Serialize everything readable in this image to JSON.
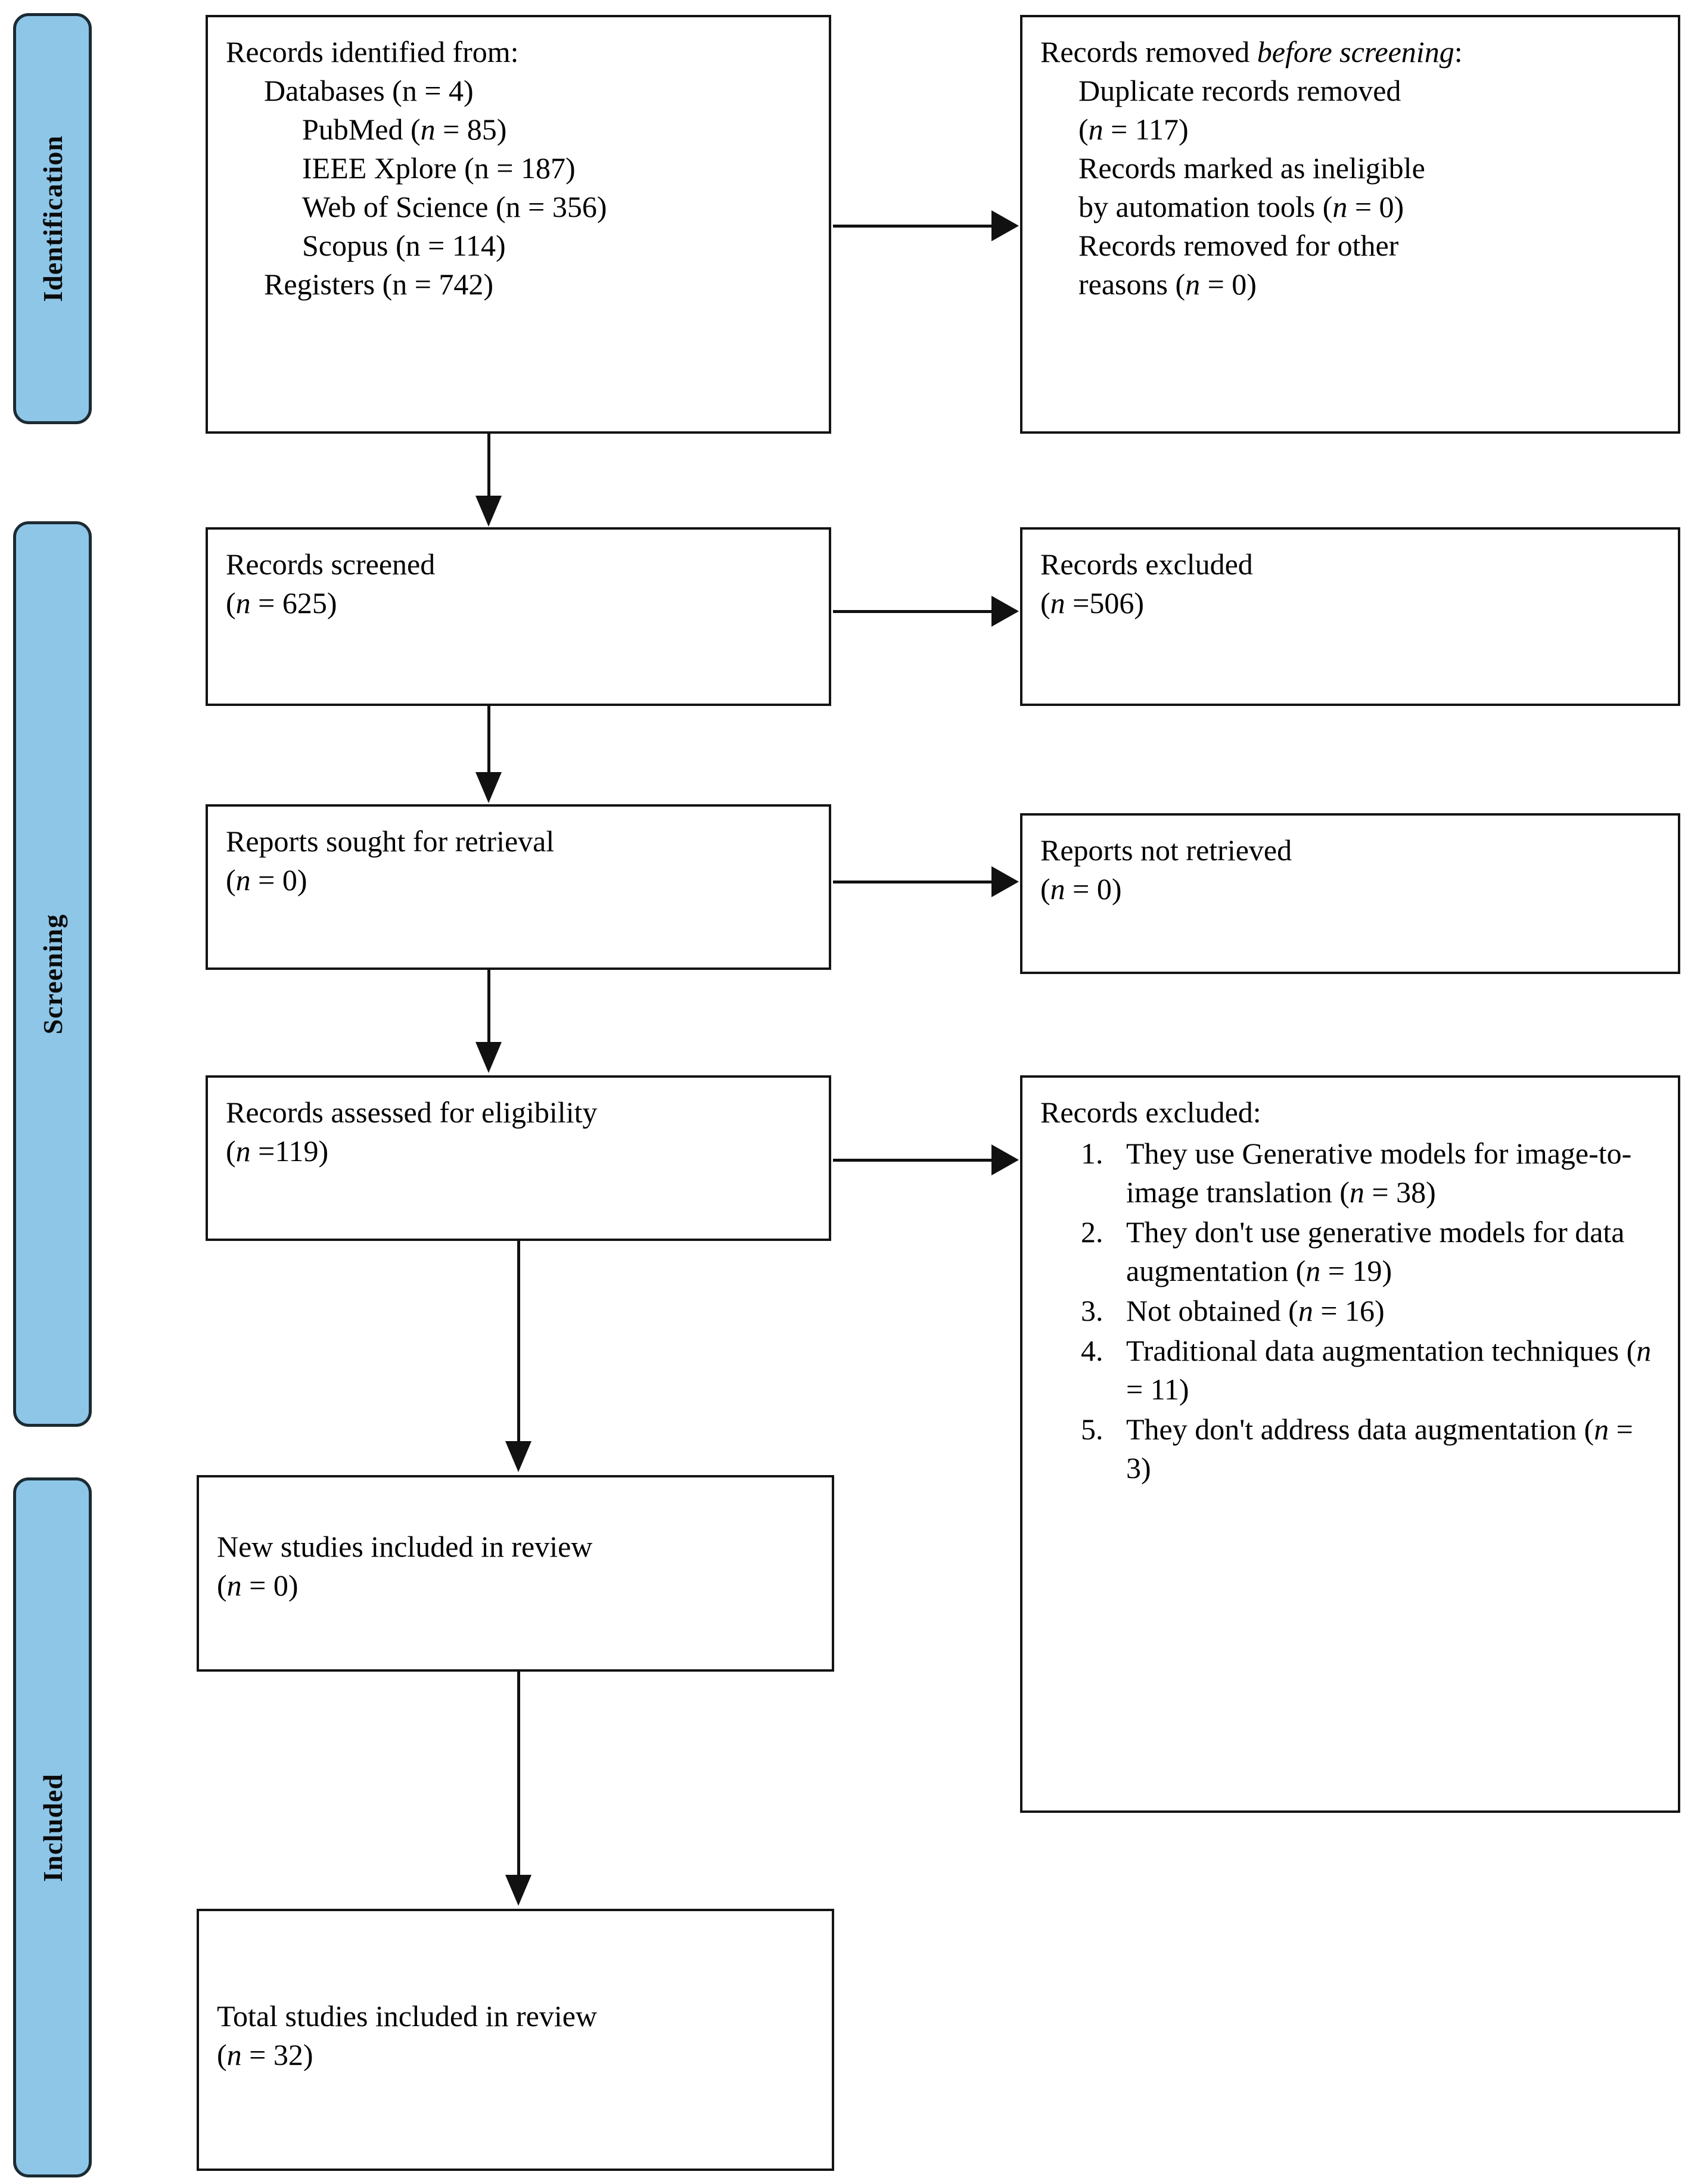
{
  "diagram": {
    "title": "PRISMA 2020 flow diagram",
    "accent_color": "#8EC6E8",
    "line_color": "#111111"
  },
  "stages": [
    {
      "id": "identification",
      "label": "Identification"
    },
    {
      "id": "screening",
      "label": "Screening"
    },
    {
      "id": "included",
      "label": "Included"
    }
  ],
  "boxes": {
    "identified": {
      "heading": "Records identified from:",
      "lines": [
        {
          "text": "Databases (n = 4)",
          "indent": 1
        },
        {
          "text": "PubMed (n = 85)",
          "indent": 2
        },
        {
          "text": "IEEE Xplore (n = 187)",
          "indent": 2
        },
        {
          "text": "Web of Science (n = 356)",
          "indent": 2
        },
        {
          "text": "Scopus (n = 114)",
          "indent": 2
        },
        {
          "text": "Registers (n = 742)",
          "indent": 1
        }
      ]
    },
    "removed_before": {
      "heading_plain": "Records removed ",
      "heading_italic": "before screening",
      "heading_tail": ":",
      "lines": [
        {
          "text": "Duplicate records removed",
          "indent": 1
        },
        {
          "text": "(n = 117)",
          "indent": 1,
          "italic_n": true
        },
        {
          "text": "Records marked as ineligible",
          "indent": 1
        },
        {
          "text": "by automation tools (n = 0)",
          "indent": 1,
          "italic_n": true
        },
        {
          "text": "Records removed for other",
          "indent": 1
        },
        {
          "text": "reasons (n = 0)",
          "indent": 1,
          "italic_n": true
        }
      ]
    },
    "screened": {
      "line1": "Records screened",
      "line2": "(n = 625)"
    },
    "excluded_screened": {
      "line1": "Records excluded",
      "line2": "(n =506)"
    },
    "sought": {
      "line1": "Reports sought for retrieval",
      "line2": "(n = 0)"
    },
    "not_retrieved": {
      "line1": "Reports not retrieved",
      "line2": "(n = 0)"
    },
    "assessed": {
      "line1": "Records assessed for eligibility",
      "line2": "(n =119)"
    },
    "excluded_reasons": {
      "heading": "Records excluded:",
      "items": [
        "They use Generative models for image-to-image translation (n = 38)",
        "They don't use generative models for data augmentation (n = 19)",
        "Not obtained (n = 16)",
        "Traditional data augmentation techniques (n = 11)",
        "They don't address data augmentation (n = 3)"
      ]
    },
    "new_studies": {
      "line1": "New studies included in review",
      "line2": "(n = 0)"
    },
    "total_studies": {
      "line1": "Total studies included in review",
      "line2": "(n = 32)"
    }
  }
}
